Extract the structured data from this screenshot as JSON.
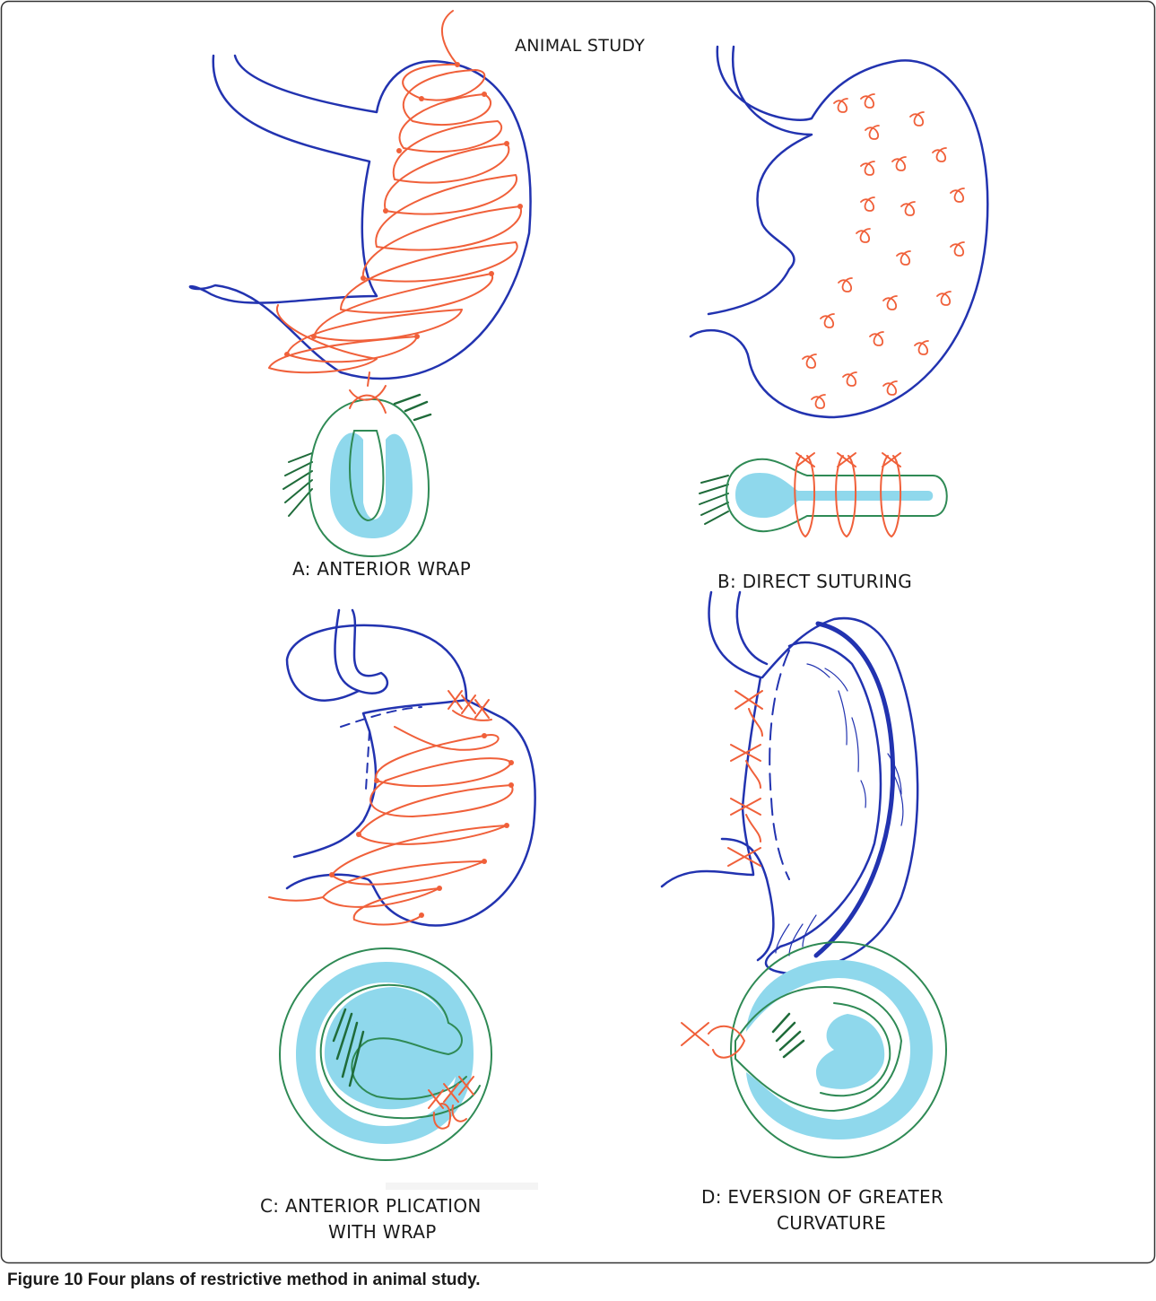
{
  "title": "ANIMAL STUDY",
  "panels": {
    "a": {
      "label": "A: ANTERIOR WRAP"
    },
    "b": {
      "label": "B: DIRECT SUTURING"
    },
    "c": {
      "label_line1": "C: ANTERIOR  PLICATION",
      "label_line2": "WITH WRAP"
    },
    "d": {
      "label_line1": "D: EVERSION OF GREATER",
      "label_line2": "CURVATURE"
    }
  },
  "caption": {
    "figure_number": "Figure 10",
    "text": "Four plans of restrictive method in animal study."
  },
  "colors": {
    "stomach_outline": "#2233b0",
    "suture": "#f0603a",
    "wall_outline": "#2f8a55",
    "mucosa": "#8fd8ec",
    "mesentery": "#1f6b3a",
    "frame": "#333333"
  }
}
